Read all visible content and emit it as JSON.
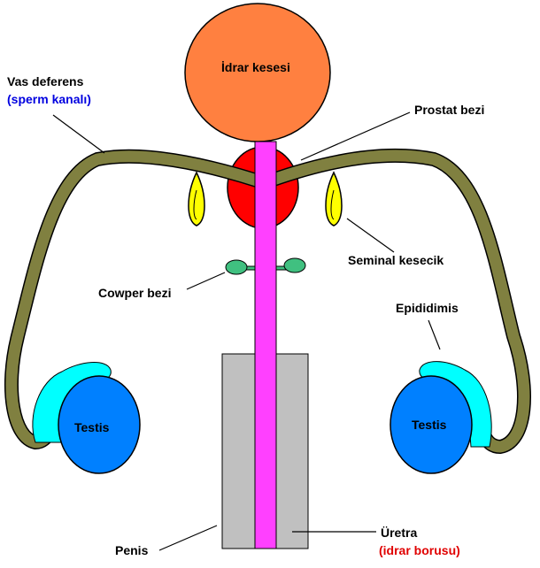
{
  "diagram": {
    "title": "Male reproductive system",
    "labels": {
      "bladder": "İdrar kesesi",
      "vas_deferens": "Vas deferens",
      "vas_deferens_sub": "(sperm kanalı)",
      "prostate": "Prostat bezi",
      "seminal_vesicle": "Seminal kesecik",
      "cowper": "Cowper bezi",
      "epididymis": "Epididimis",
      "testis_left": "Testis",
      "testis_right": "Testis",
      "penis": "Penis",
      "urethra": "Üretra",
      "urethra_sub": "(idrar borusu)"
    },
    "colors": {
      "bladder": "#ff8040",
      "prostate": "#ff0000",
      "urethra": "#ff40ff",
      "vas_deferens": "#808040",
      "seminal_vesicle": "#ffff00",
      "cowper": "#40c080",
      "epididymis": "#00ffff",
      "testis": "#0080ff",
      "penis": "#c0c0c0",
      "label_blue": "#0000e0",
      "label_red": "#e00000"
    }
  }
}
